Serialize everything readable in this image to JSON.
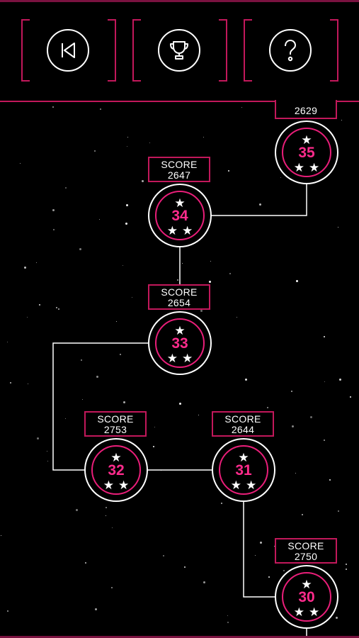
{
  "colors": {
    "accent": "#c2185b",
    "level_number": "#ff2b8c",
    "background": "#000000",
    "line": "#ffffff"
  },
  "header": {
    "buttons": [
      {
        "name": "back-button",
        "icon": "skip-back-icon"
      },
      {
        "name": "trophy-button",
        "icon": "trophy-icon"
      },
      {
        "name": "help-button",
        "icon": "question-mark-icon"
      }
    ]
  },
  "levels": [
    {
      "number": "35",
      "score_label": "",
      "score": "2629",
      "stars": 3
    },
    {
      "number": "34",
      "score_label": "SCORE",
      "score": "2647",
      "stars": 3
    },
    {
      "number": "33",
      "score_label": "SCORE",
      "score": "2654",
      "stars": 3
    },
    {
      "number": "32",
      "score_label": "SCORE",
      "score": "2753",
      "stars": 3
    },
    {
      "number": "31",
      "score_label": "SCORE",
      "score": "2644",
      "stars": 3
    },
    {
      "number": "30",
      "score_label": "SCORE",
      "score": "2750",
      "stars": 3
    }
  ],
  "star_glyph": "★",
  "star_pair": "★★"
}
